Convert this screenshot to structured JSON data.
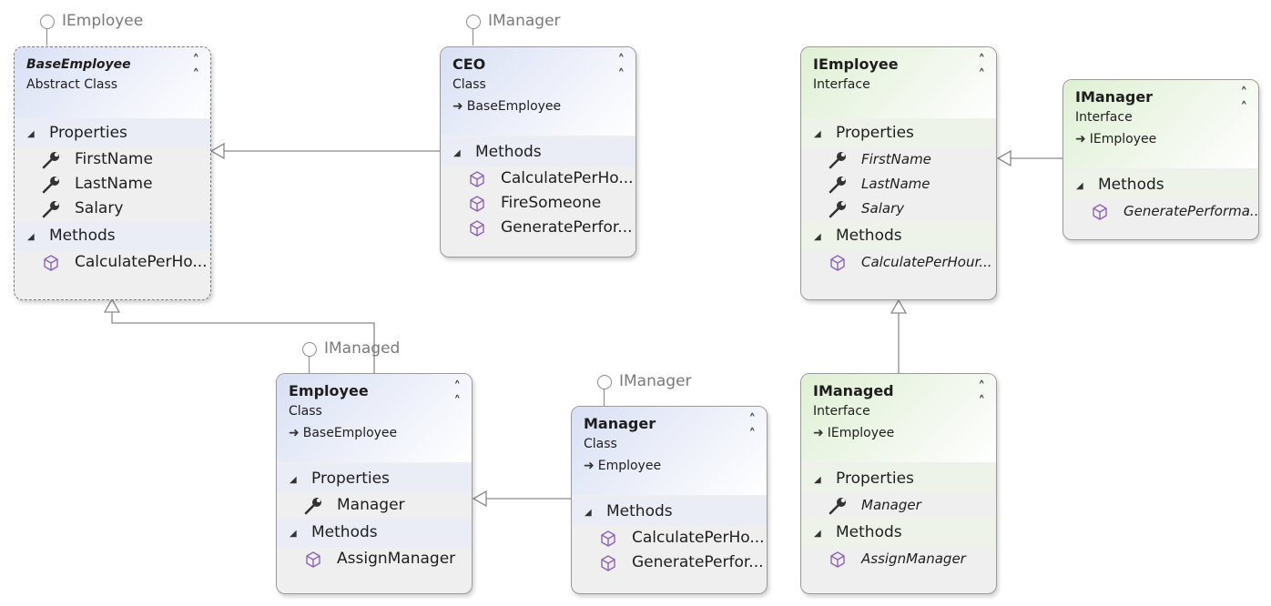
{
  "boxes": {
    "base_employee": {
      "name": "BaseEmployee",
      "kind": "Abstract Class",
      "properties_label": "Properties",
      "properties": [
        "FirstName",
        "LastName",
        "Salary"
      ],
      "methods_label": "Methods",
      "methods": [
        "CalculatePerHo..."
      ],
      "lollipop": "IEmployee"
    },
    "ceo": {
      "name": "CEO",
      "kind": "Class",
      "base": "BaseEmployee",
      "methods_label": "Methods",
      "methods": [
        "CalculatePerHo...",
        "FireSomeone",
        "GeneratePerfor..."
      ],
      "lollipop": "IManager"
    },
    "iemployee": {
      "name": "IEmployee",
      "kind": "Interface",
      "properties_label": "Properties",
      "properties": [
        "FirstName",
        "LastName",
        "Salary"
      ],
      "methods_label": "Methods",
      "methods": [
        "CalculatePerHour..."
      ]
    },
    "imanager": {
      "name": "IManager",
      "kind": "Interface",
      "base": "IEmployee",
      "methods_label": "Methods",
      "methods": [
        "GeneratePerforma..."
      ]
    },
    "employee": {
      "name": "Employee",
      "kind": "Class",
      "base": "BaseEmployee",
      "properties_label": "Properties",
      "properties": [
        "Manager"
      ],
      "methods_label": "Methods",
      "methods": [
        "AssignManager"
      ],
      "lollipop": "IManaged"
    },
    "manager": {
      "name": "Manager",
      "kind": "Class",
      "base": "Employee",
      "methods_label": "Methods",
      "methods": [
        "CalculatePerHo...",
        "GeneratePerfor..."
      ],
      "lollipop": "IManager"
    },
    "imanaged": {
      "name": "IManaged",
      "kind": "Interface",
      "base": "IEmployee",
      "properties_label": "Properties",
      "properties": [
        "Manager"
      ],
      "methods_label": "Methods",
      "methods": [
        "AssignManager"
      ]
    }
  },
  "colors": {
    "class_header": "#d9e0f4",
    "interface_header": "#dff0d4",
    "method_icon": "#8e63b6",
    "connector": "#8a8a8a"
  },
  "icons": {
    "property": "wrench-icon",
    "method": "cube-icon",
    "collapse": "double-chevron-up-icon",
    "inherits": "arrow-right-icon",
    "interface": "lollipop-icon"
  }
}
